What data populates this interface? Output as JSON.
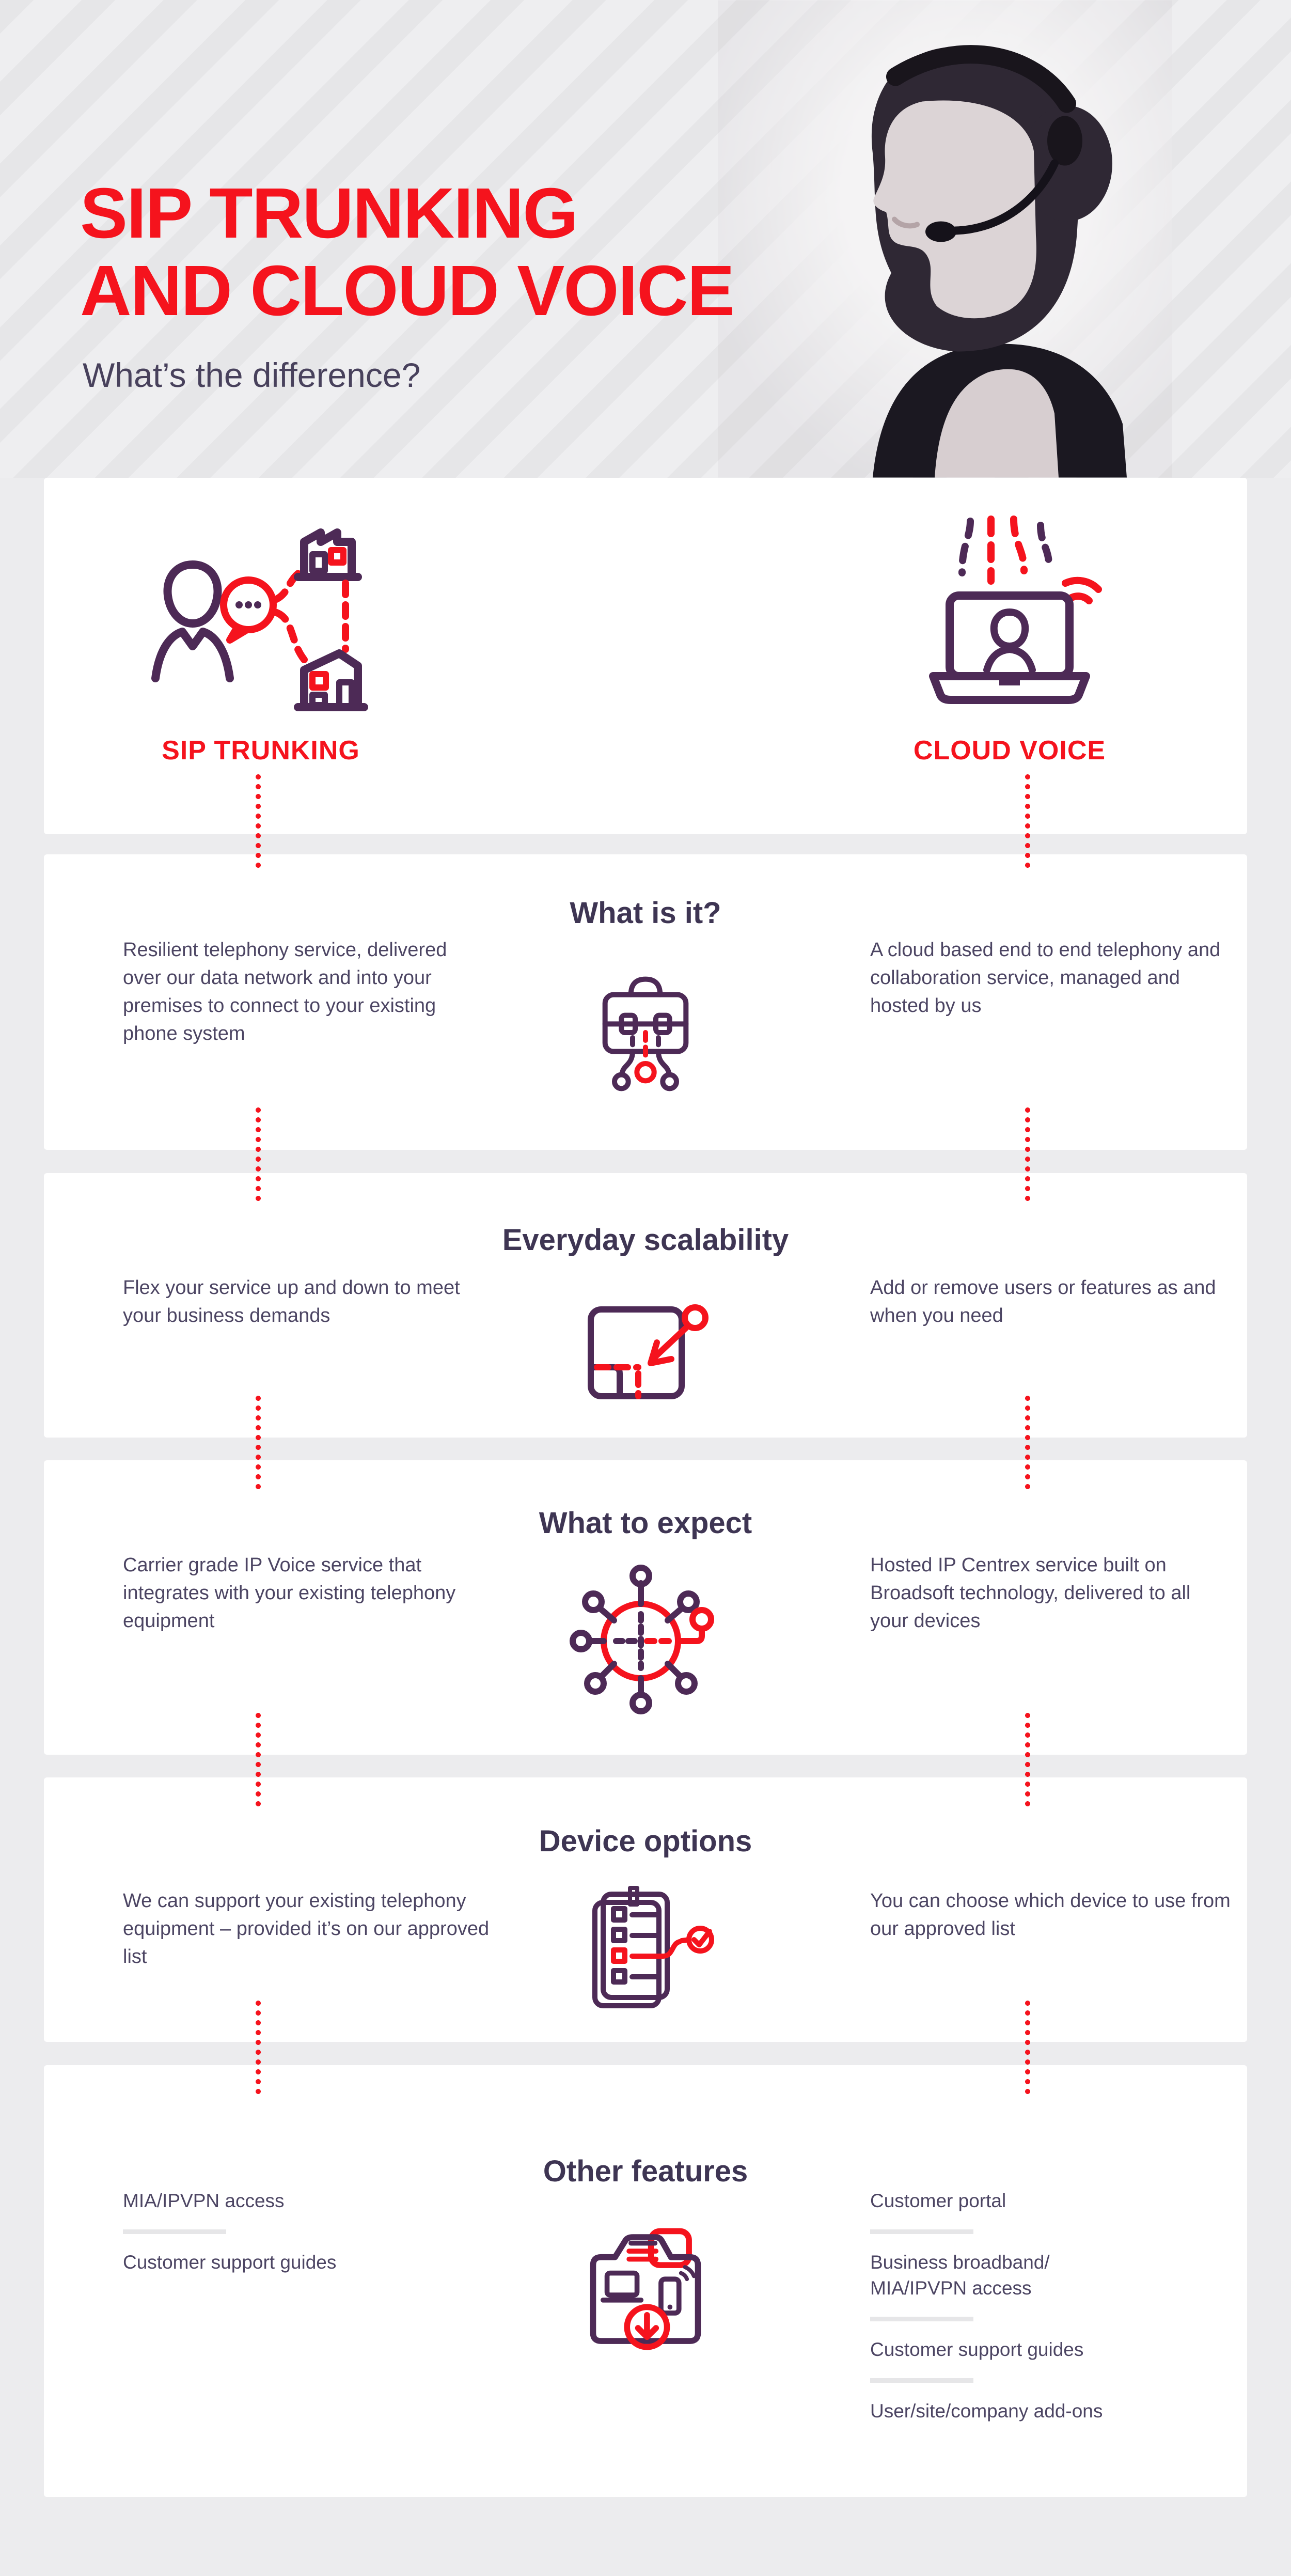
{
  "header": {
    "title_line1": "SIP TRUNKING",
    "title_line2": "AND CLOUD VOICE",
    "subtitle": "What’s the difference?"
  },
  "intro": {
    "left_label": "SIP TRUNKING",
    "right_label": "CLOUD VOICE"
  },
  "sections": [
    {
      "heading": "What is it?",
      "icon": "briefcase-network-icon",
      "left": "Resilient telephony service, delivered over our data network and into your premises to connect to your existing phone system",
      "right": "A cloud based end to end telephony and collaboration service, managed and hosted by us"
    },
    {
      "heading": "Everyday scalability",
      "icon": "resize-scale-icon",
      "left": "Flex your service up and down to meet your business demands",
      "right": "Add or remove users or features as and when you need"
    },
    {
      "heading": "What to expect",
      "icon": "network-hub-icon",
      "left": "Carrier grade IP Voice service that integrates with your existing telephony equipment",
      "right": "Hosted IP Centrex service built on Broadsoft technology, delivered to all your devices"
    },
    {
      "heading": "Device options",
      "icon": "approved-checklist-icon",
      "left": "We can support your existing telephony equipment – provided it’s on our approved list",
      "right": "You can choose which device to use from our approved list"
    }
  ],
  "other_features": {
    "heading": "Other features",
    "icon": "features-download-icon",
    "left_items": [
      "MIA/IPVPN access",
      "Customer support guides"
    ],
    "right_items": [
      "Customer portal",
      "Business broadband/ MIA/IPVPN access",
      "Customer support guides",
      "User/site/company add-ons"
    ]
  },
  "colors": {
    "accent_red": "#f5131d",
    "heading_purple": "#3e3553",
    "body_text": "#4c4563",
    "icon_purple": "#4d2a56",
    "card_bg": "#ffffff",
    "page_bg": "#ececee"
  }
}
